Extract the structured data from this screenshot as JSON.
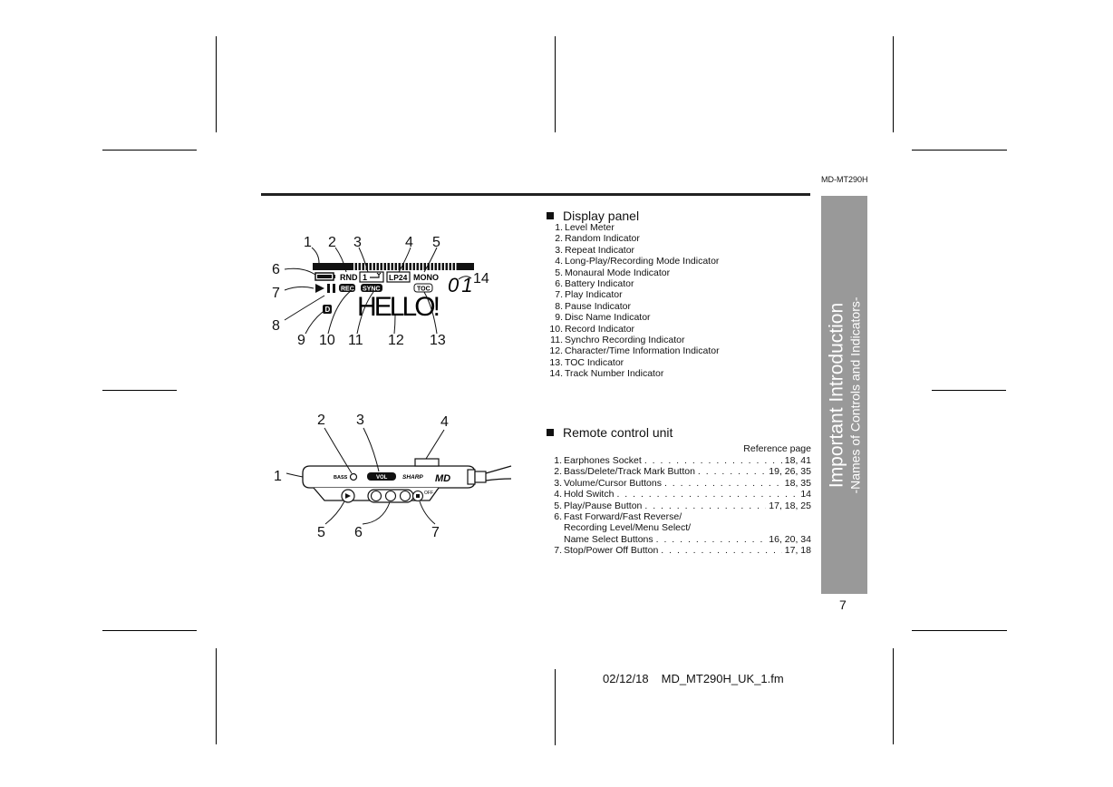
{
  "doc": {
    "model_code": "MD-MT290H",
    "page_number": "7",
    "footer_date": "02/12/18",
    "footer_file": "MD_MT290H_UK_1.fm",
    "side_title": "Important Introduction",
    "side_subtitle": "-Names of Controls and Indicators-"
  },
  "display_panel": {
    "heading": "Display panel",
    "items": [
      {
        "num": "1.",
        "label": "Level Meter"
      },
      {
        "num": "2.",
        "label": "Random Indicator"
      },
      {
        "num": "3.",
        "label": "Repeat Indicator"
      },
      {
        "num": "4.",
        "label": "Long-Play/Recording Mode Indicator"
      },
      {
        "num": "5.",
        "label": "Monaural Mode Indicator"
      },
      {
        "num": "6.",
        "label": "Battery Indicator"
      },
      {
        "num": "7.",
        "label": "Play Indicator"
      },
      {
        "num": "8.",
        "label": "Pause Indicator"
      },
      {
        "num": "9.",
        "label": "Disc Name Indicator"
      },
      {
        "num": "10.",
        "label": "Record Indicator"
      },
      {
        "num": "11.",
        "label": "Synchro Recording Indicator"
      },
      {
        "num": "12.",
        "label": "Character/Time Information Indicator"
      },
      {
        "num": "13.",
        "label": "TOC Indicator"
      },
      {
        "num": "14.",
        "label": "Track Number Indicator"
      }
    ],
    "diagram": {
      "callouts_top": [
        "1",
        "2",
        "3",
        "4",
        "5"
      ],
      "callouts_left": [
        "6",
        "7",
        "8"
      ],
      "callouts_bottom": [
        "9",
        "10",
        "11",
        "12",
        "13"
      ],
      "callout_right": "14",
      "lcd_rnd": "RND",
      "lcd_repeat": "1",
      "lcd_lp": "LP24",
      "lcd_mono": "MONO",
      "lcd_track": "01",
      "lcd_rec": "REC",
      "lcd_sync": "SYNC",
      "lcd_toc": "TOC",
      "lcd_d": "D",
      "lcd_text": "HELLO!"
    }
  },
  "remote": {
    "heading": "Remote control unit",
    "ref_header": "Reference page",
    "items": [
      {
        "num": "1.",
        "label": "Earphones Socket",
        "pages": "18, 41"
      },
      {
        "num": "2.",
        "label": "Bass/Delete/Track Mark Button",
        "pages": "19, 26, 35"
      },
      {
        "num": "3.",
        "label": "Volume/Cursor Buttons",
        "pages": "18, 35"
      },
      {
        "num": "4.",
        "label": "Hold Switch",
        "pages": "14"
      },
      {
        "num": "5.",
        "label": "Play/Pause Button",
        "pages": "17, 18, 25"
      },
      {
        "num": "6.",
        "label": "Fast Forward/Fast Reverse/",
        "cont": [
          "Recording Level/Menu Select/",
          "Name Select Buttons"
        ],
        "pages": "16, 20, 34"
      },
      {
        "num": "7.",
        "label": "Stop/Power Off Button",
        "pages": "17, 18"
      }
    ],
    "diagram": {
      "callouts": [
        "1",
        "2",
        "3",
        "4",
        "5",
        "6",
        "7"
      ],
      "bass_label": "BASS",
      "vol_label": "VOL",
      "brand": "SHARP",
      "logo": "MD",
      "off_label": "OFF"
    }
  }
}
